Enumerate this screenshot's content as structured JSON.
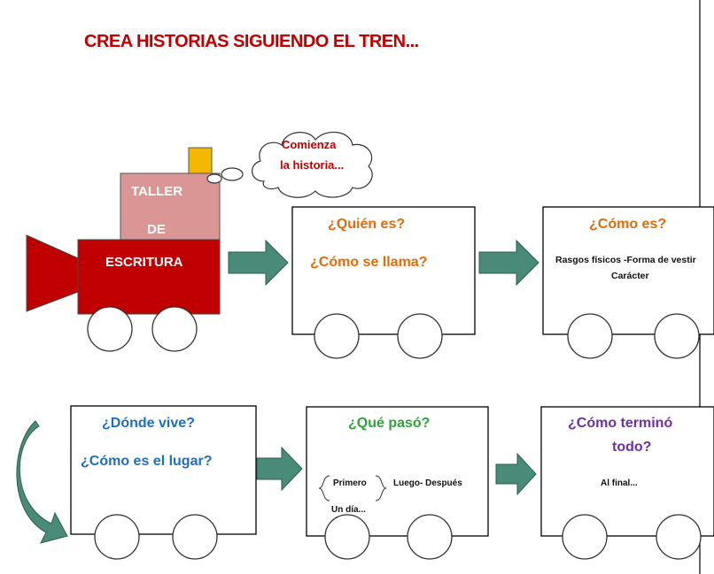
{
  "title": "CREA HISTORIAS SIGUIENDO EL TREN...",
  "colors": {
    "title": "#c00000",
    "locomotive": "#c00000",
    "cabin": "#d99694",
    "chimney": "#f5b800",
    "arrow": "#4a8a78",
    "orange": "#e26b0a",
    "blue": "#1f6fbf",
    "green": "#2fa33a",
    "purple": "#7030a0"
  },
  "locomotive": {
    "line1": "TALLER",
    "line2": "DE",
    "line3": "ESCRITURA"
  },
  "thought_bubble": {
    "line1": "Comienza",
    "line2": "la historia..."
  },
  "wagons": {
    "quien": {
      "q1": "¿Quién es?",
      "q2": "¿Cómo se llama?"
    },
    "como": {
      "q1": "¿Cómo es?",
      "detail1": "Rasgos físicos -Forma de vestir",
      "detail2": "Carácter"
    },
    "donde": {
      "q1": "¿Dónde vive?",
      "q2": "¿Cómo es el lugar?"
    },
    "que": {
      "q1": "¿Qué pasó?",
      "item1": "Primero",
      "item2": "Un día...",
      "item3": "Luego-  Después"
    },
    "termino": {
      "q1": "¿Cómo terminó",
      "q2": "todo?",
      "detail": "Al final..."
    }
  }
}
